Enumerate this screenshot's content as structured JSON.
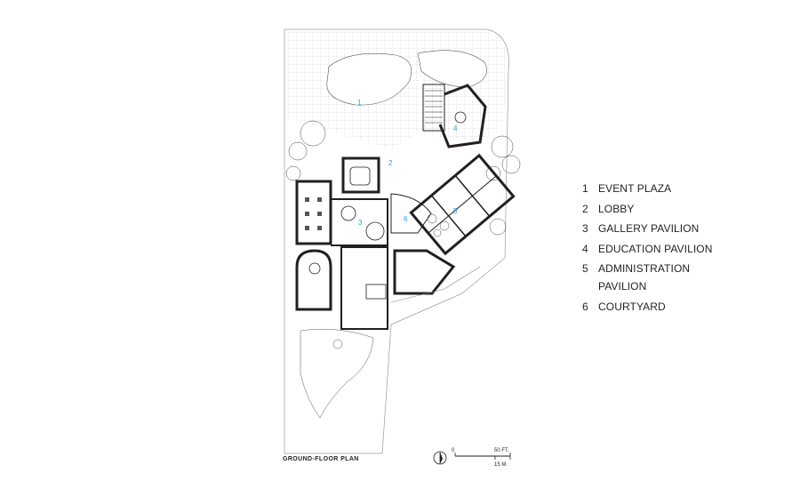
{
  "plan_title": "GROUND-FLOOR PLAN",
  "legend": [
    {
      "num": "1",
      "label": "EVENT PLAZA"
    },
    {
      "num": "2",
      "label": "LOBBY"
    },
    {
      "num": "3",
      "label": "GALLERY PAVILION"
    },
    {
      "num": "4",
      "label": "EDUCATION PAVILION"
    },
    {
      "num": "5",
      "label": "ADMINISTRATION PAVILION"
    },
    {
      "num": "6",
      "label": "COURTYARD"
    }
  ],
  "room_labels": [
    "1",
    "2",
    "3",
    "4",
    "5",
    "6"
  ],
  "scale_bar": {
    "zero": "0",
    "feet": "50 FT.",
    "meters": "15 M."
  },
  "colors": {
    "ink": "#231f20",
    "label_blue": "#2a9fd8",
    "grid": "#d2d2d2"
  }
}
